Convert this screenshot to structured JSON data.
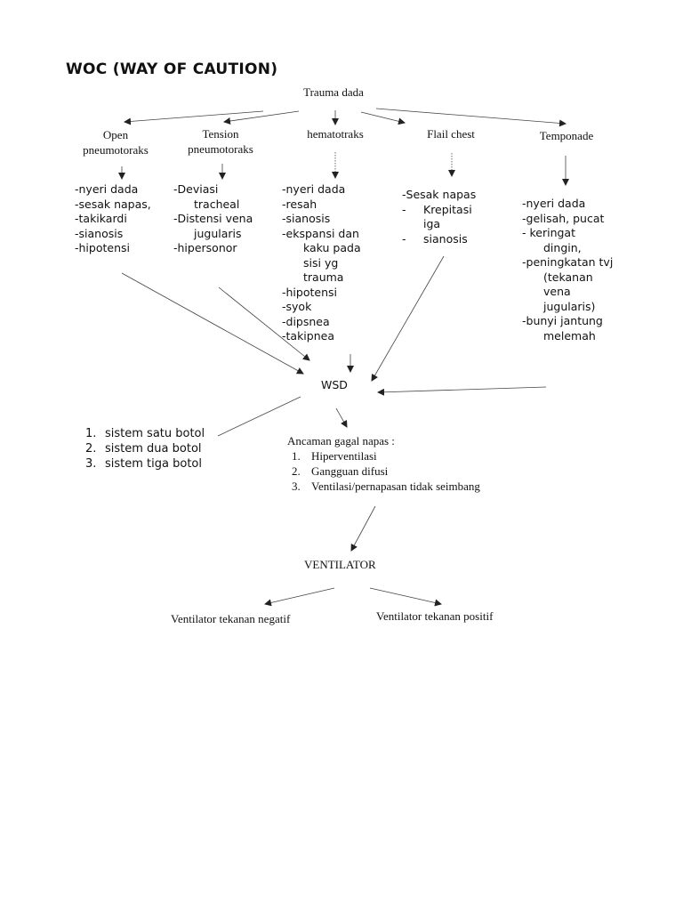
{
  "title": "WOC (WAY OF CAUTION)",
  "root": "Trauma dada",
  "causes": [
    {
      "line1": "Open",
      "line2": "pneumotoraks"
    },
    {
      "line1": "Tension",
      "line2": "pneumotoraks"
    },
    {
      "line1": "hematotraks",
      "line2": ""
    },
    {
      "line1": "Flail chest",
      "line2": ""
    },
    {
      "line1": "Temponade",
      "line2": ""
    }
  ],
  "symptoms": {
    "open": [
      "-nyeri dada",
      "-sesak napas,",
      "-takikardi",
      "-sianosis",
      "-hipotensi"
    ],
    "tension": [
      "-Deviasi",
      "tracheal",
      "-Distensi vena",
      "jugularis",
      "-hipersonor"
    ],
    "hemato": [
      "-nyeri dada",
      "-resah",
      "-sianosis",
      "-ekspansi dan",
      "kaku pada",
      "sisi yg",
      "trauma",
      "-hipotensi",
      "-syok",
      "-dipsnea",
      "-takipnea"
    ],
    "flail": [
      "-Sesak napas",
      "-",
      "Krepitasi",
      "iga",
      "-",
      "sianosis"
    ],
    "temponade": [
      "-nyeri dada",
      "-gelisah, pucat",
      "- keringat",
      "dingin,",
      "-peningkatan tvj",
      "(tekanan",
      "vena",
      "jugularis)",
      "-bunyi jantung",
      "melemah"
    ]
  },
  "wsd": "WSD",
  "wsd_systems": [
    "sistem satu botol",
    "sistem dua botol",
    "sistem tiga botol"
  ],
  "threat": {
    "heading": "Ancaman gagal napas :",
    "items": [
      "Hiperventilasi",
      "Gangguan difusi",
      "Ventilasi/pernapasan tidak seimbang"
    ]
  },
  "ventilator": "VENTILATOR",
  "ventilator_types": [
    "Ventilator tekanan negatif",
    "Ventilator tekanan positif"
  ],
  "list_numbers": [
    "1.",
    "2.",
    "3."
  ],
  "colors": {
    "line": "#333333",
    "text": "#111111"
  }
}
